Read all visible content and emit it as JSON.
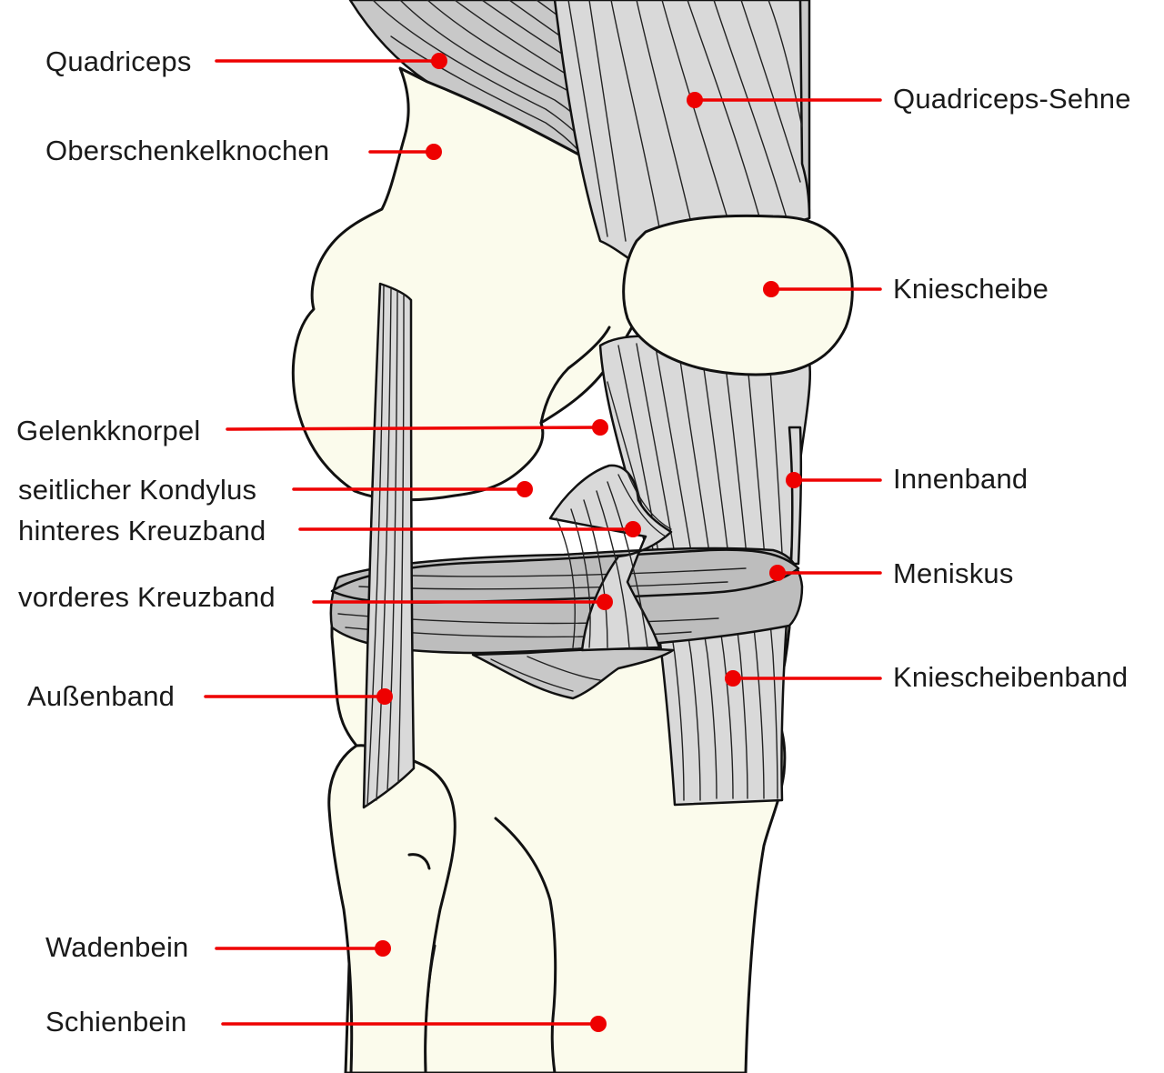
{
  "labels": {
    "quadriceps": "Quadriceps",
    "oberschenkelknochen": "Oberschenkelknochen",
    "gelenkknorpel": "Gelenkknorpel",
    "seitlicher_kondylus": "seitlicher Kondylus",
    "hinteres_kreuzband": "hinteres Kreuzband",
    "vorderes_kreuzband": "vorderes Kreuzband",
    "aussenband": "Außenband",
    "wadenbein": "Wadenbein",
    "schienbein": "Schienbein",
    "quadriceps_sehne": "Quadriceps-Sehne",
    "kniescheibe": "Kniescheibe",
    "innenband": "Innenband",
    "meniskus": "Meniskus",
    "kniescheibenband": "Kniescheibenband"
  },
  "colors": {
    "leader": "#ee0000",
    "bone": "#fbfbec",
    "tissue": "#c8c8c8"
  }
}
